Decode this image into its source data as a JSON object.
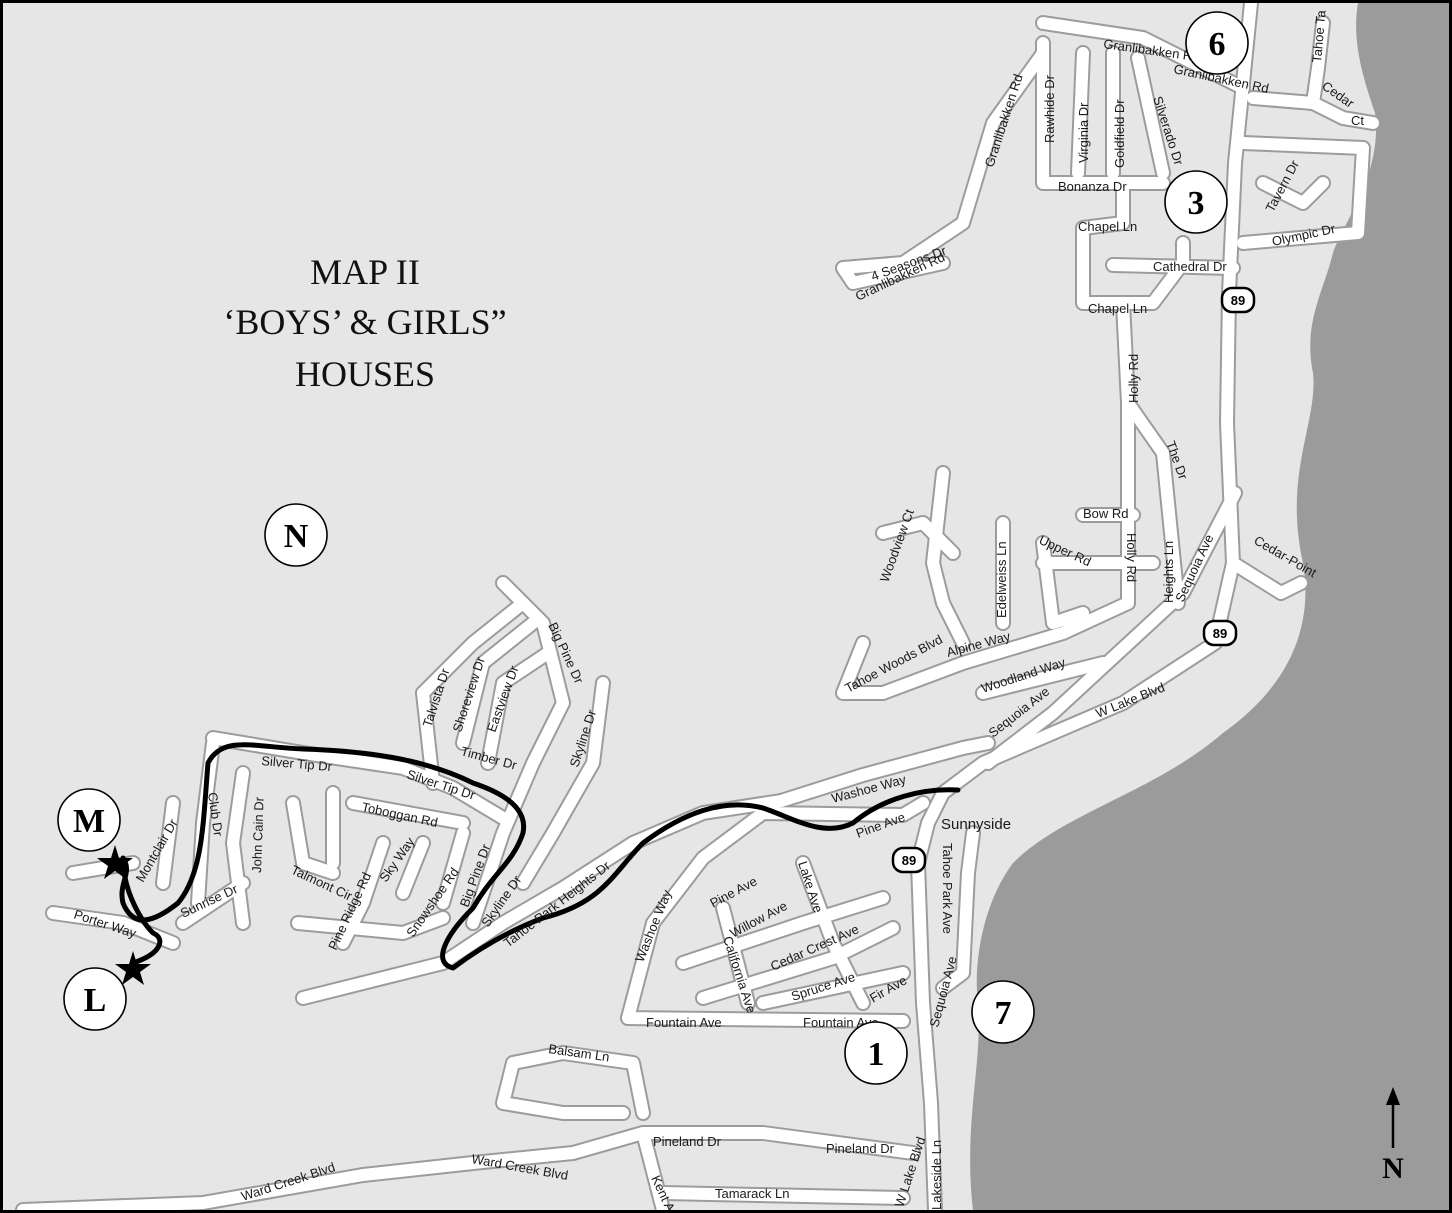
{
  "map": {
    "title_lines": [
      "MAP II",
      "‘BOYS’ & GIRLS”",
      "HOUSES"
    ],
    "colors": {
      "land": "#e6e6e6",
      "water": "#9b9b9b",
      "road": "#ffffff",
      "route": "#000000"
    },
    "north_arrow": {
      "label": "N",
      "icon": "north-arrow-icon"
    },
    "markers": [
      {
        "id": "marker-6",
        "label": "6"
      },
      {
        "id": "marker-3",
        "label": "3"
      },
      {
        "id": "marker-N",
        "label": "N"
      },
      {
        "id": "marker-M",
        "label": "M"
      },
      {
        "id": "marker-L",
        "label": "L"
      },
      {
        "id": "marker-1",
        "label": "1"
      },
      {
        "id": "marker-7",
        "label": "7"
      }
    ],
    "highway_shields": [
      "89",
      "89",
      "89"
    ],
    "place_labels": [
      "Sunnyside"
    ],
    "streets": [
      "Granlibakken Rd",
      "Granlibakken Rd",
      "Tahoe Ta",
      "Cedar",
      "Ct",
      "Rawhide Dr",
      "Virginia Dr",
      "Goldfield Dr",
      "Silverado Dr",
      "Bonanza Dr",
      "Granlibakken Rd",
      "Tavern Dr",
      "Olympic Dr",
      "Chapel Ln",
      "Cathedral Dr",
      "4 Seasons Dr",
      "Granlibakken Rd",
      "Chapel Ln",
      "Holly Rd",
      "The Dr",
      "Bow Rd",
      "Woodview Ct",
      "Edelweiss Ln",
      "Upper Rd",
      "Holly Rd",
      "Heights Ln",
      "Sequoia Ave",
      "Cedar-Point",
      "Tahoe Woods Blvd",
      "Alpine Way",
      "Woodland Way",
      "W Lake Blvd",
      "Sequoia Ave",
      "Talvista Dr",
      "Shoreview Dr",
      "Eastview Dr",
      "Big Pine Dr",
      "Skyline Dr",
      "Timber Dr",
      "Silver Tip Dr",
      "Silver Tip Dr",
      "Washoe Way",
      "Club Dr",
      "John Cain Dr",
      "Toboggan Rd",
      "Talmont Cir",
      "Montclair Dr",
      "Sky Way",
      "Pine Ridge Rd",
      "Snowshoe Rd",
      "Big Pine Dr",
      "Skyline Dr",
      "Sunrise Dr",
      "Porter Way",
      "Tahoe Park Heights Dr",
      "Pine Ave",
      "Tahoe Park Ave",
      "Lake Ave",
      "Pine Ave",
      "Washoe Way",
      "Willow Ave",
      "Cedar Crest Ave",
      "California Ave",
      "Spruce Ave",
      "Fir Ave",
      "Sequoia Ave",
      "Fountain Ave",
      "Fountain Ave",
      "Balsam Ln",
      "Pineland Dr",
      "Pineland Dr",
      "Ward Creek Blvd",
      "Ward Creek Blvd",
      "Tamarack Ln",
      "Kent Av",
      "W Lake Blvd",
      "Lakeside Ln"
    ]
  }
}
